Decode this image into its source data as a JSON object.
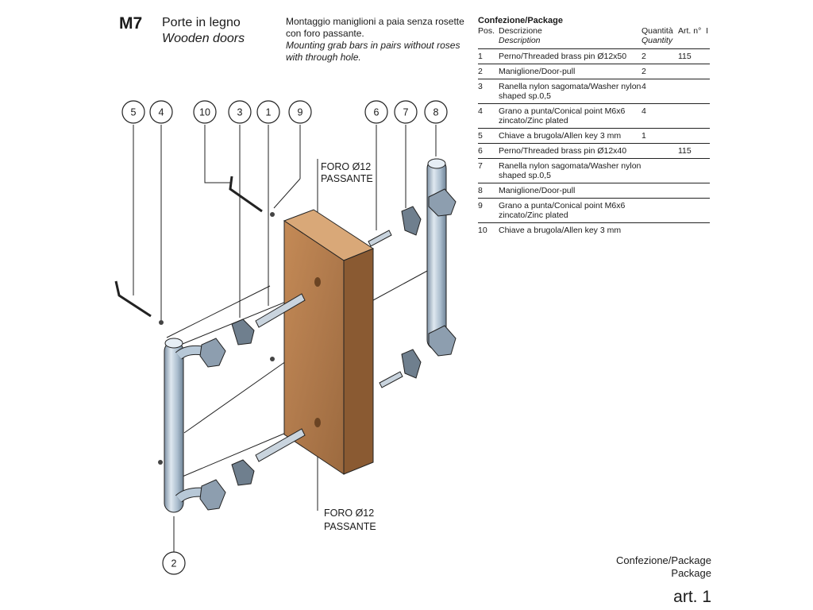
{
  "header": {
    "code": "M7",
    "title_it": "Porte in legno",
    "title_en": "Wooden doors",
    "desc_it": "Montaggio maniglioni a paia senza rosette con foro passante.",
    "desc_en": "Mounting grab bars in pairs without roses with through hole."
  },
  "package_table": {
    "heading": "Confezione/Package",
    "col_pos": "Pos.",
    "col_desc_it": "Descrizione",
    "col_desc_en": "Description",
    "col_qty_it": "Quantità",
    "col_qty_en": "Quantity",
    "col_art": "Art. n°",
    "col_extra": "I",
    "rows": [
      {
        "pos": "1",
        "desc": "Perno/Threaded brass pin Ø12x50",
        "qty": "2",
        "art": "115"
      },
      {
        "pos": "2",
        "desc": "Maniglione/Door-pull",
        "qty": "2",
        "art": ""
      },
      {
        "pos": "3",
        "desc": "Ranella nylon sagomata/Washer nylon shaped sp.0,5",
        "qty": "4",
        "art": ""
      },
      {
        "pos": "4",
        "desc": "Grano a punta/Conical point M6x6 zincato/Zinc plated",
        "qty": "4",
        "art": ""
      },
      {
        "pos": "5",
        "desc": "Chiave a brugola/Allen key 3 mm",
        "qty": "1",
        "art": ""
      },
      {
        "pos": "6",
        "desc": "Perno/Threaded brass pin Ø12x40",
        "qty": "",
        "art": "115"
      },
      {
        "pos": "7",
        "desc": "Ranella nylon sagomata/Washer nylon shaped sp.0,5",
        "qty": "",
        "art": ""
      },
      {
        "pos": "8",
        "desc": "Maniglione/Door-pull",
        "qty": "",
        "art": ""
      },
      {
        "pos": "9",
        "desc": "Grano a punta/Conical point M6x6 zincato/Zinc plated",
        "qty": "",
        "art": ""
      },
      {
        "pos": "10",
        "desc": "Chiave a brugola/Allen key 3 mm",
        "qty": "",
        "art": ""
      }
    ]
  },
  "diagram": {
    "callouts": [
      "5",
      "4",
      "10",
      "3",
      "1",
      "9",
      "6",
      "7",
      "8",
      "2"
    ],
    "hole_label_top_1": "FORO Ø12",
    "hole_label_top_2": "PASSANTE",
    "hole_label_bottom_1": "FORO Ø12",
    "hole_label_bottom_2": "PASSANTE",
    "colors": {
      "wood": "#b07a4c",
      "steel": "#a9bccd",
      "outline": "#222222"
    }
  },
  "footer": {
    "package_it": "Confezione/Package",
    "package_en": "Package",
    "article": "art. 1"
  }
}
